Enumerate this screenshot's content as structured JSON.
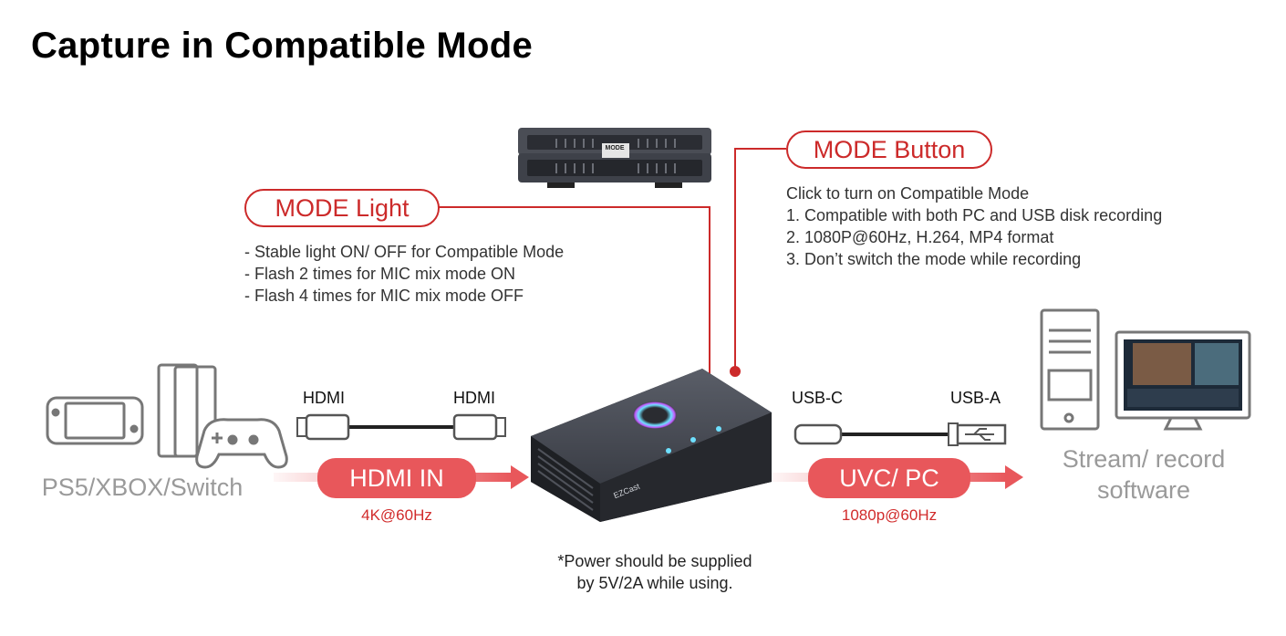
{
  "title": "Capture in Compatible Mode",
  "mode_light": {
    "label": "MODE Light",
    "lines": [
      "- Stable light ON/ OFF for Compatible Mode",
      "- Flash 2 times for MIC mix mode ON",
      "- Flash 4 times for MIC mix mode OFF"
    ]
  },
  "mode_button": {
    "label": "MODE Button",
    "lines": [
      "Click to turn on Compatible Mode",
      "1. Compatible with both PC and USB disk recording",
      "2. 1080P@60Hz, H.264, MP4 format",
      "3. Don’t switch the mode while recording"
    ]
  },
  "device_top_label": "MODE",
  "device_brand": "EZCast",
  "source_label": "PS5/XBOX/Switch",
  "hdmi_cable": {
    "left_label": "HDMI",
    "right_label": "HDMI"
  },
  "hdmi_in": {
    "label": "HDMI IN",
    "spec": "4K@60Hz"
  },
  "usb_cable": {
    "left_label": "USB-C",
    "right_label": "USB-A"
  },
  "uvc_pc": {
    "label": "UVC/ PC",
    "spec": "1080p@60Hz"
  },
  "destination_label": [
    "Stream/ record",
    "software"
  ],
  "power_note": [
    "*Power should be supplied",
    "by 5V/2A while using."
  ],
  "colors": {
    "accent": "#cc2a2a",
    "arrow": "#e8575b",
    "gray": "#9a9a9a",
    "device": "#3a3d44"
  }
}
